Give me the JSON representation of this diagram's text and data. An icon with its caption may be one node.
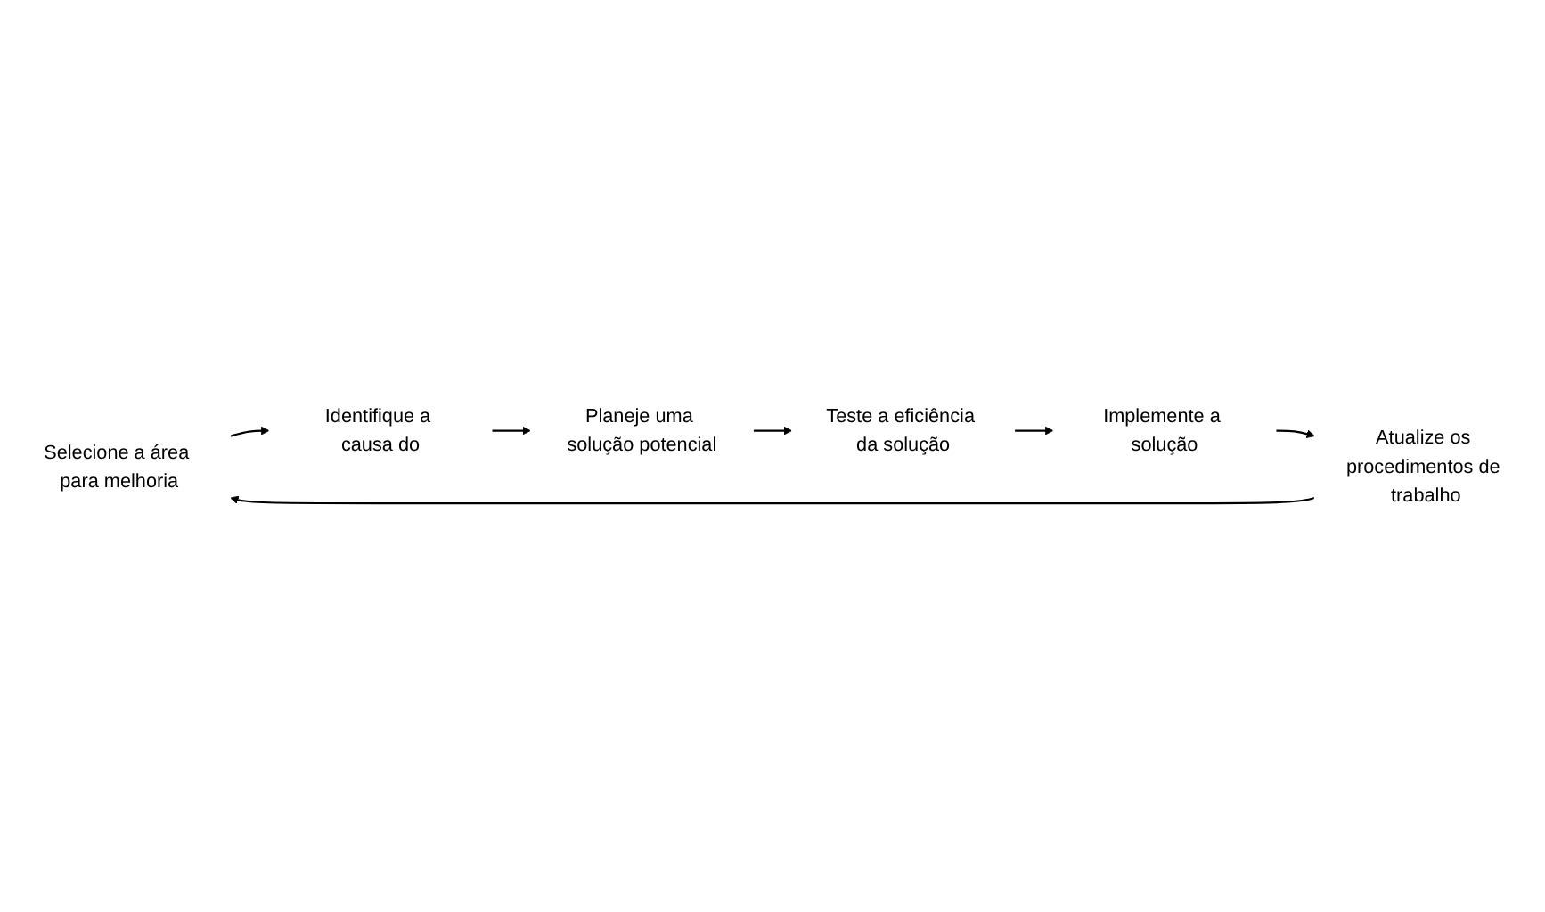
{
  "diagram": {
    "nodes": [
      {
        "text": [
          "Selecione a área para melhoria"
        ]
      },
      {
        "text": [
          "Identifique a causa do"
        ]
      },
      {
        "text": [
          "Planeje uma solução potencial"
        ]
      },
      {
        "text": [
          "Teste a eficiência da solução"
        ]
      },
      {
        "text": [
          "Implemente a solução"
        ]
      },
      {
        "text": [
          "Atualize os procedimentos de trabalho"
        ]
      }
    ],
    "edges": [
      {
        "from": 0,
        "to": 1,
        "arrow": "to"
      },
      {
        "from": 1,
        "to": 2,
        "arrow": "to"
      },
      {
        "from": 2,
        "to": 3,
        "arrow": "to"
      },
      {
        "from": 3,
        "to": 4,
        "arrow": "to"
      },
      {
        "from": 4,
        "to": 5,
        "arrow": "to"
      },
      {
        "from": 5,
        "to": 0,
        "arrow": "to"
      }
    ]
  }
}
